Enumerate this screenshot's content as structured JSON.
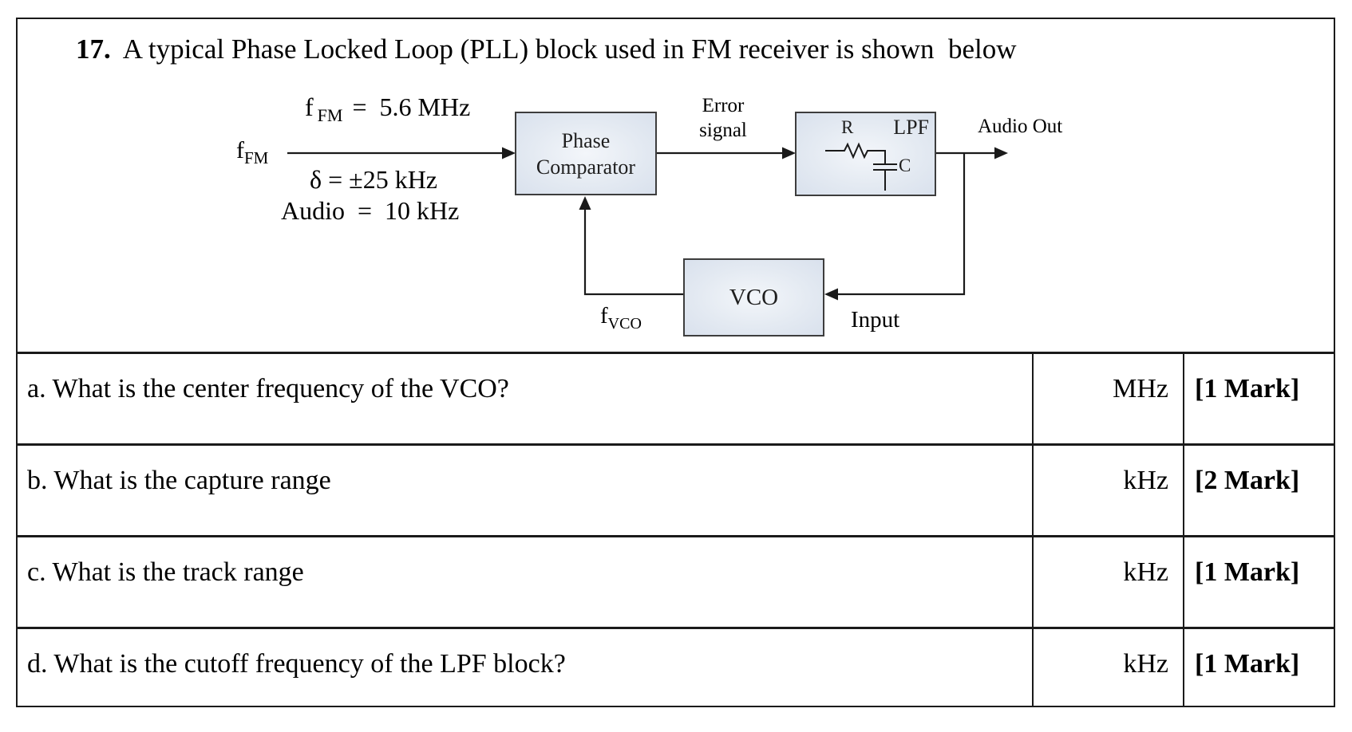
{
  "title": {
    "number": "17.",
    "text": "A typical Phase Locked Loop (PLL) block used in FM receiver is shown  below"
  },
  "diagram": {
    "annotations": {
      "carrier_base": "f",
      "carrier_sub": "FM",
      "carrier_value": "=  5.6 MHz",
      "input_base": "f",
      "input_sub": "FM",
      "deviation": "δ = ±25 kHz",
      "audio": "Audio  =  10 kHz",
      "error_line1": "Error",
      "error_line2": "signal",
      "audio_out": "Audio Out",
      "vco_out_base": "f",
      "vco_out_sub": "VCO",
      "vco_input": "Input"
    },
    "blocks": {
      "phase_line1": "Phase",
      "phase_line2": "Comparator",
      "lpf_label": "LPF",
      "resistor_label": "R",
      "capacitor_label": "C",
      "vco_label": "VCO"
    }
  },
  "table": {
    "rows": [
      {
        "question": "a. What is the center frequency of the VCO?",
        "unit": "MHz",
        "marks": "[1 Mark]"
      },
      {
        "question": "b. What is the capture range",
        "unit": "kHz",
        "marks": "[2 Mark]"
      },
      {
        "question": "c. What is the track range",
        "unit": "kHz",
        "marks": "[1 Mark]"
      },
      {
        "question": "d. What is the cutoff frequency of the LPF block?",
        "unit": "kHz",
        "marks": "[1 Mark]"
      }
    ]
  },
  "colors": {
    "block_fill_center": "#f3f6fa",
    "block_fill_edge": "#d9e1ed",
    "block_border": "#3d3d3d",
    "line": "#1a1a1a",
    "text": "#000000"
  }
}
